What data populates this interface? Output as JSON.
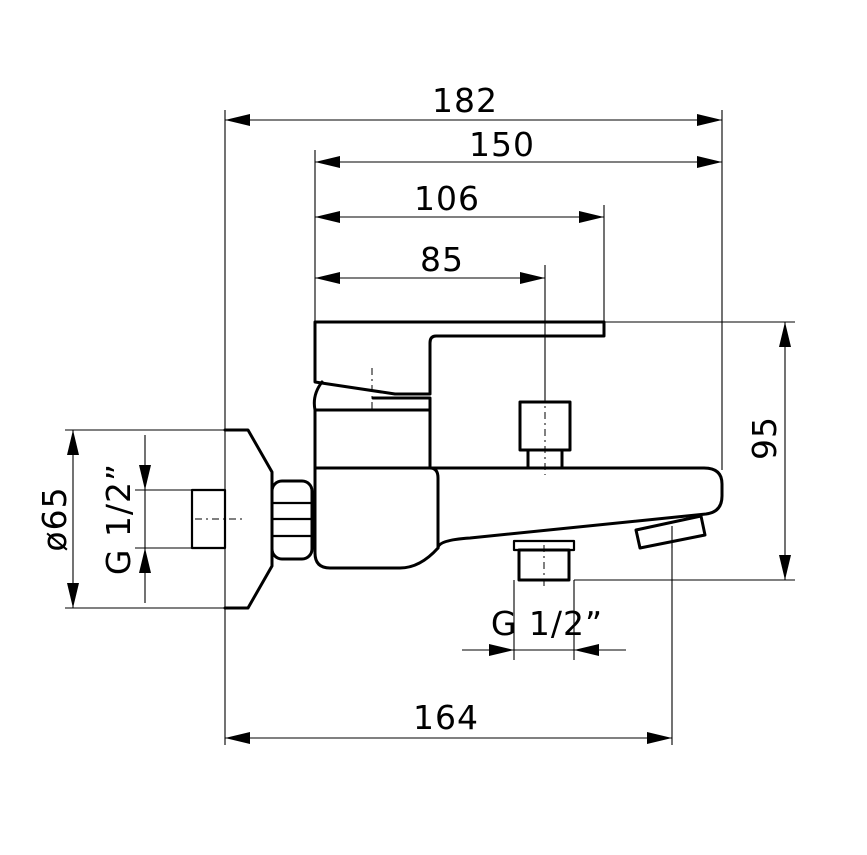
{
  "dimensions": {
    "overall_width": "182",
    "body_width": "150",
    "lever_length": "106",
    "cartridge_offset": "85",
    "height": "95",
    "flange_diameter": "ø65",
    "inlet_thread": "G 1/2”",
    "outlet_thread": "G 1/2”",
    "spout_reach": "164"
  }
}
